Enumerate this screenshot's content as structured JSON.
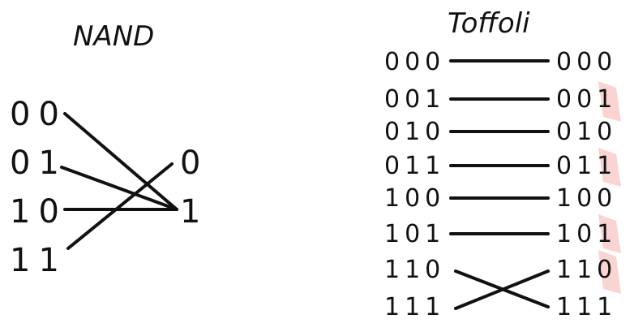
{
  "colors": {
    "ink": "#111111",
    "highlight": "#f08080"
  },
  "nand": {
    "title": "NAND",
    "inputs": [
      "00",
      "01",
      "10",
      "11"
    ],
    "outputs": [
      "0",
      "1"
    ]
  },
  "toffoli": {
    "title": "Toffoli",
    "inputs": [
      "000",
      "001",
      "010",
      "011",
      "100",
      "101",
      "110",
      "111"
    ],
    "outputs": [
      "000",
      "001",
      "010",
      "011",
      "100",
      "101",
      "110",
      "111"
    ]
  }
}
